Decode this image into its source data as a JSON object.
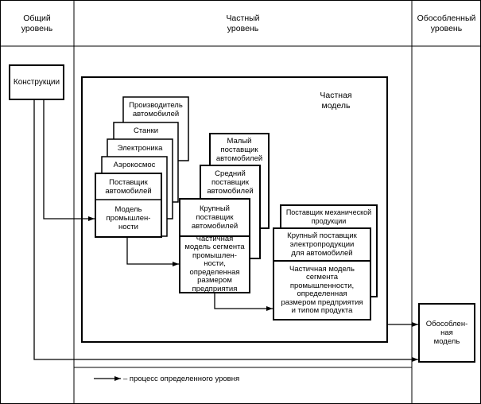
{
  "header": {
    "general_level": "Общий\nуровень",
    "partial_level": "Частный\nуровень",
    "separate_level": "Обособленный\nуровень"
  },
  "constructs": "Конструкции",
  "partial_model_title": "Частная\nмодель",
  "industry_stack": {
    "back_items": [
      "Производитель\nавтомобилей",
      "Станки",
      "Электроника",
      "Аэрокосмос"
    ],
    "front_top": "Поставщик\nавтомобилей",
    "front_bottom": "Модель\nпромышлен-\nности"
  },
  "size_stack": {
    "back_items": [
      "Малый\nпоставщик\nавтомобилей",
      "Средний\nпоставщик\nавтомобилей"
    ],
    "front_top": "Крупный\nпоставщик\nавтомобилей",
    "front_bottom": "Частичная\nмодель сегмента\nпромышлен-\nности,\nопределенная\nразмером\nпредприятия"
  },
  "product_stack": {
    "back_items": [
      "Поставщик механической\nпродукции"
    ],
    "front_top": "Крупный поставщик\nэлектропродукции\nдля автомобилей",
    "front_bottom": "Частичная модель\nсегмента\nпромышленности,\nопределенная\nразмером предприятия\nи типом продукта"
  },
  "separate_model": "Обособлен-\nная\nмодель",
  "legend": "– процесс определенного уровня"
}
